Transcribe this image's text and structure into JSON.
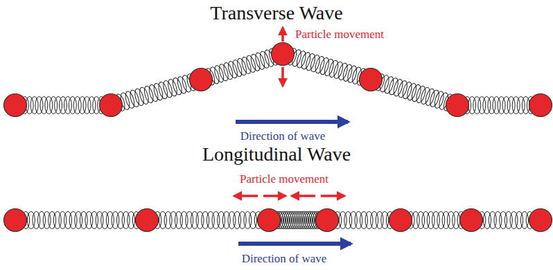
{
  "diagram": {
    "labels": [
      "Transverse Wave",
      "Particle movement",
      "Direction of wave",
      "Longitudinal Wave",
      "Particle movement",
      "Direction of wave"
    ]
  }
}
